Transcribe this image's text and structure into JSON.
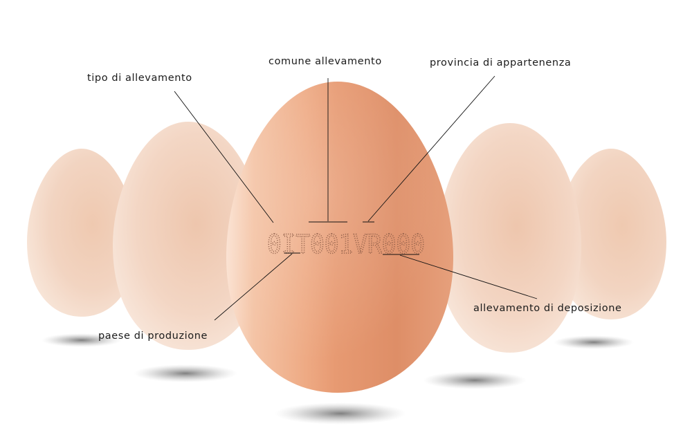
{
  "egg_code": "0IT001VR000",
  "labels": {
    "tipo_allevamento": "tipo di allevamento",
    "comune_allevamento": "comune allevamento",
    "provincia_appartenenza": "provincia di appartenenza",
    "paese_produzione": "paese di produzione",
    "allevamento_deposizione": "allevamento di deposizione"
  },
  "colors": {
    "background": "#ffffff",
    "pale_egg": "#f0d3c2",
    "center_egg": "#e49a72",
    "code_ink": "#8a5a45",
    "leader_lines": "#111111"
  }
}
